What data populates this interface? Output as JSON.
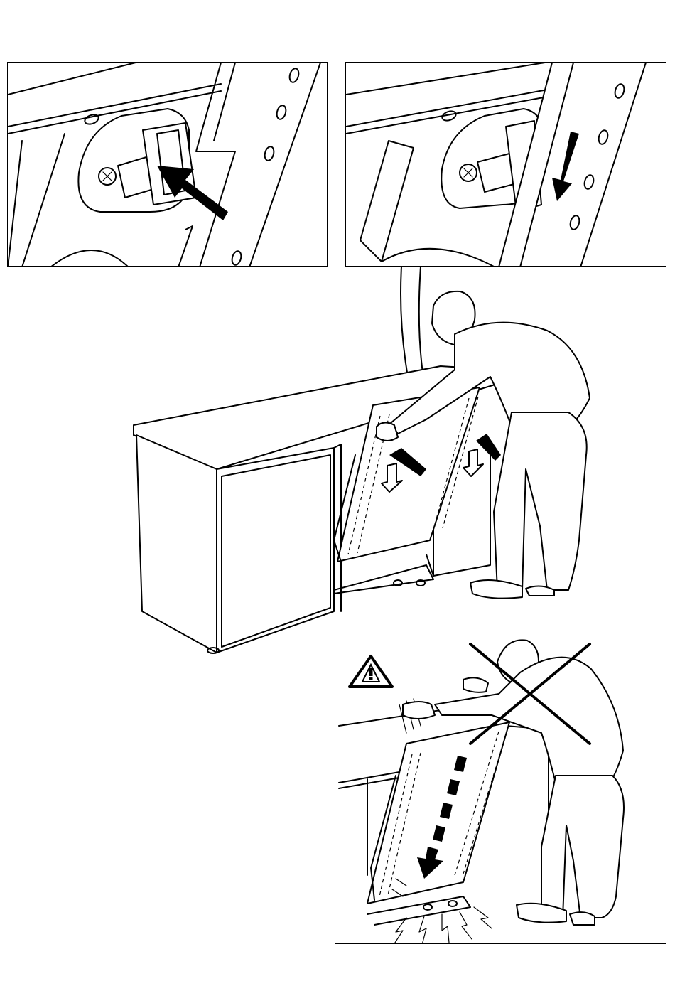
{
  "figure": {
    "panels": [
      {
        "id": "detail-left",
        "content": "hinge-clip-push"
      },
      {
        "id": "detail-right",
        "content": "hinge-clip-slide-down"
      },
      {
        "id": "main",
        "content": "person-mounting-door-panel"
      },
      {
        "id": "warning",
        "content": "incorrect-dropping-panel"
      }
    ],
    "icons": {
      "warning": "warning-triangle-icon",
      "prohibited": "cross-out-icon",
      "arrow_push": "arrow-push-icon",
      "arrow_down": "arrow-down-icon"
    },
    "colors": {
      "ink": "#000000",
      "paper": "#ffffff"
    }
  }
}
